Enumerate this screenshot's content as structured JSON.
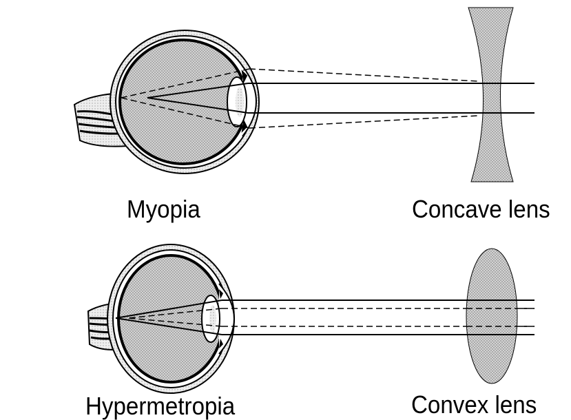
{
  "labels": {
    "myopia": "Myopia",
    "concave_lens": "Concave lens",
    "hypermetropia": "Hypermetropia",
    "convex_lens": "Convex lens"
  },
  "colors": {
    "line": "#000000",
    "fill_pattern": "#a8a8a8",
    "background": "#ffffff"
  }
}
